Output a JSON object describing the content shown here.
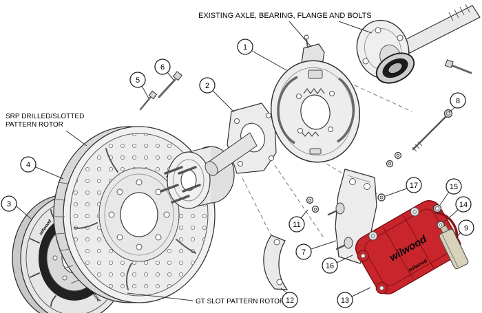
{
  "diagram": {
    "title_label": "EXISTING AXLE, BEARING, FLANGE AND BOLTS",
    "srp_label_line1": "SRP DRILLED/SLOTTED",
    "srp_label_line2": "PATTERN ROTOR",
    "gt_label": "GT SLOT PATTERN ROTOR",
    "brand": "wilwood",
    "callouts": [
      "1",
      "2",
      "3",
      "4",
      "5",
      "6",
      "7",
      "8",
      "9",
      "11",
      "12",
      "13",
      "14",
      "15",
      "16",
      "17"
    ],
    "colors": {
      "caliper_red": "#c8262c",
      "pad_tan": "#d9d2ba",
      "line": "#333333"
    }
  }
}
